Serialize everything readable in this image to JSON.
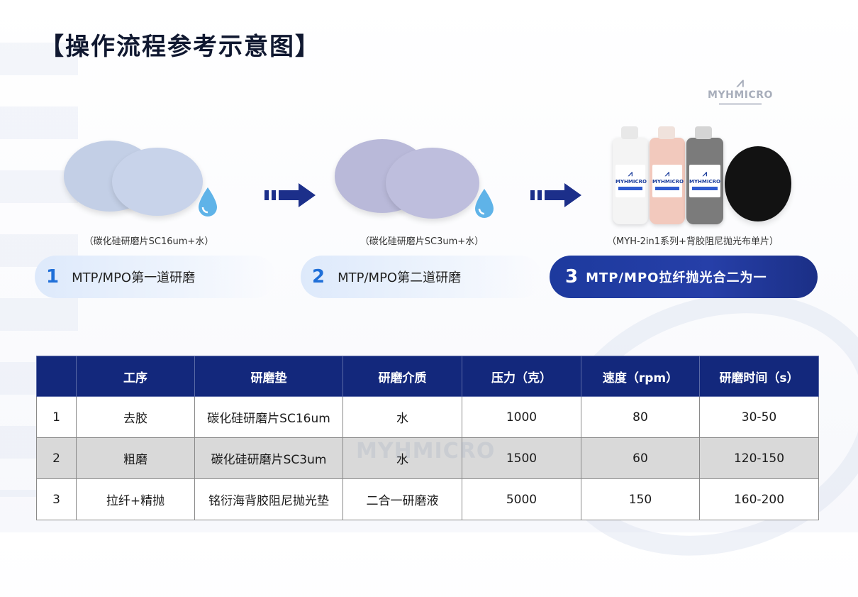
{
  "title": "【操作流程参考示意图】",
  "logo": {
    "brand": "MYHMICRO"
  },
  "steps": [
    {
      "num": "1",
      "label": "MTP/MPO第一道研磨",
      "caption": "（碳化硅研磨片SC16um+水）",
      "disc_color": "#c3cfe6"
    },
    {
      "num": "2",
      "label": "MTP/MPO第二道研磨",
      "caption": "（碳化硅研磨片SC3um+水）",
      "disc_color": "#b9b9d9"
    },
    {
      "num": "3",
      "label": "MTP/MPO拉纤抛光合二为一",
      "caption": "（MYH-2in1系列+背胶阻尼抛光布单片）"
    }
  ],
  "bottles": [
    {
      "brand": "MYHMICRO",
      "color": "#f4f4f4"
    },
    {
      "brand": "MYHMICRO",
      "color": "#f2c9bd"
    },
    {
      "brand": "MYHMICRO",
      "color": "#7b7b7b"
    }
  ],
  "colors": {
    "accent": "#1f6fd8",
    "header": "#13287c",
    "arrow": "#1c2f8a",
    "drop": "#5fb3e8"
  },
  "table": {
    "headers": [
      "",
      "工序",
      "研磨垫",
      "研磨介质",
      "压力（克）",
      "速度（rpm）",
      "研磨时间（s）"
    ],
    "rows": [
      [
        "1",
        "去胶",
        "碳化硅研磨片SC16um",
        "水",
        "1000",
        "80",
        "30-50"
      ],
      [
        "2",
        "粗磨",
        "碳化硅研磨片SC3um",
        "水",
        "1500",
        "60",
        "120-150"
      ],
      [
        "3",
        "拉纤+精抛",
        "铭衍海背胶阻尼抛光垫",
        "二合一研磨液",
        "5000",
        "150",
        "160-200"
      ]
    ]
  },
  "watermark": "MYHMICRO"
}
